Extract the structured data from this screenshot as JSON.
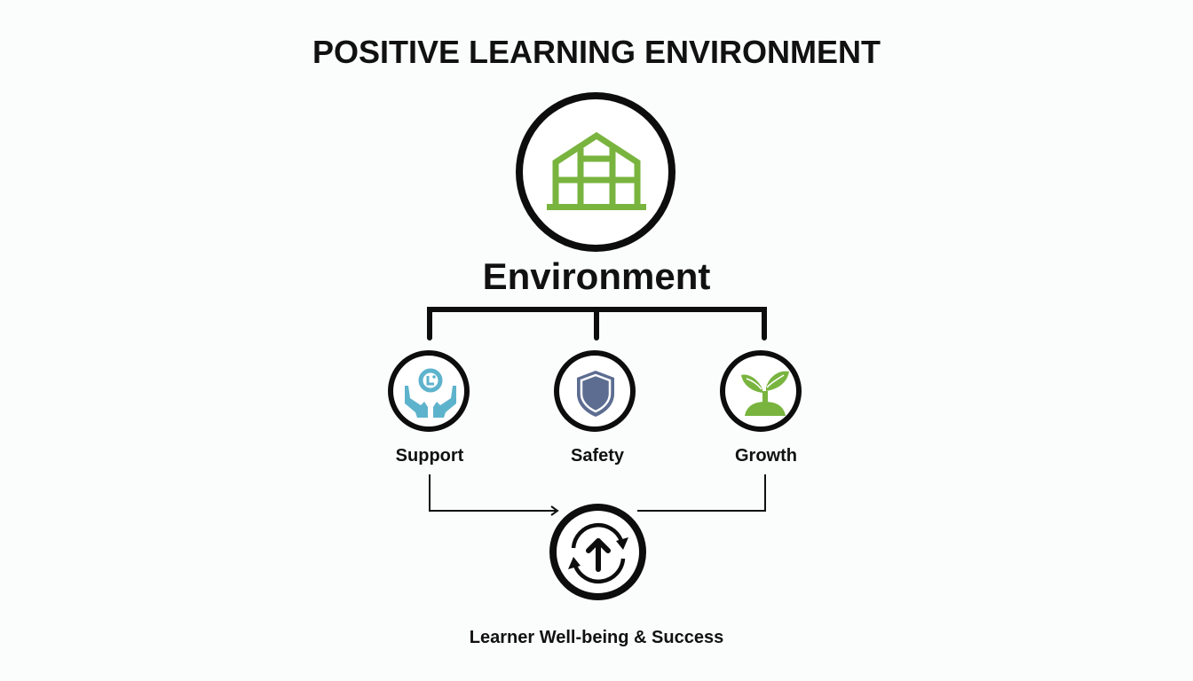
{
  "title": "POSITIVE LEARNING ENVIRONMENT",
  "hub": {
    "label": "Environment",
    "icon": "greenhouse-icon",
    "icon_color": "#79b43f"
  },
  "pillars": [
    {
      "label": "Support",
      "icon": "caring-hands-icon",
      "icon_color": "#5eb3cc"
    },
    {
      "label": "Safety",
      "icon": "shield-icon",
      "icon_color": "#5d6d91"
    },
    {
      "label": "Growth",
      "icon": "sprout-icon",
      "icon_color": "#79b43f"
    }
  ],
  "outcome": {
    "label": "Learner Well-being & Success",
    "icon": "cycle-up-arrow-icon"
  },
  "colors": {
    "outline": "#0d0d0d",
    "background": "#fbfcfc"
  }
}
